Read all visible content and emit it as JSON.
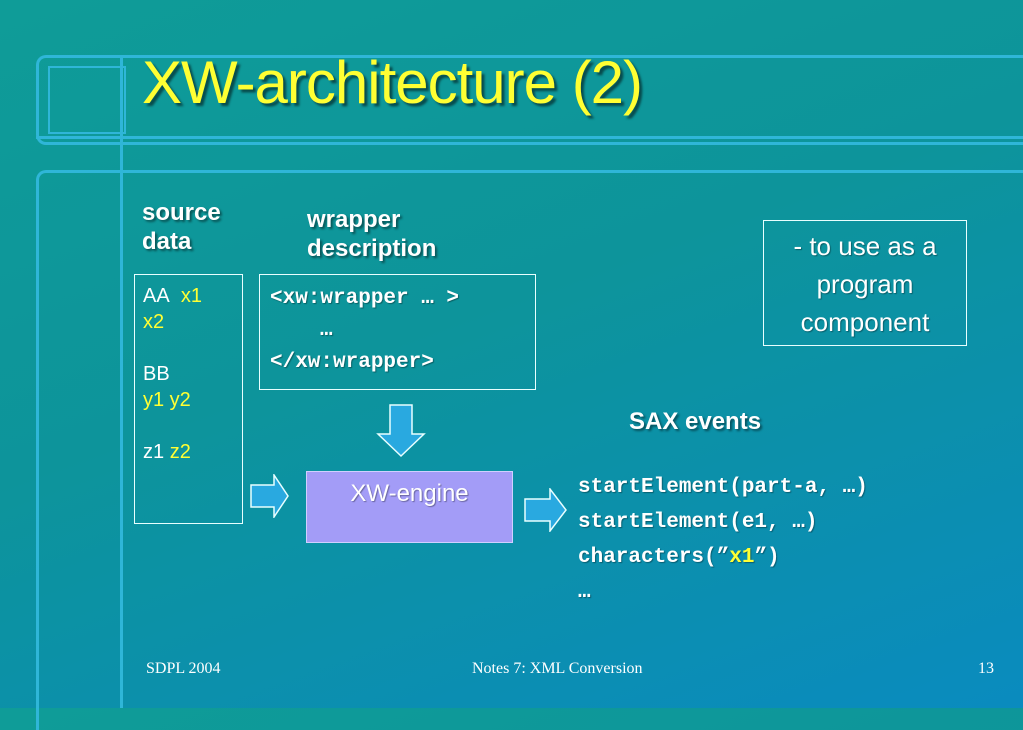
{
  "slide": {
    "title": "XW-architecture (2)"
  },
  "labels": {
    "source_line1": "source",
    "source_line2": "data",
    "wrapper_line1": "wrapper",
    "wrapper_line2": "description",
    "sax_events": "SAX events"
  },
  "source_data": {
    "aa": "AA",
    "x1": "x1",
    "x2": "x2",
    "bb": "BB",
    "y1y2": "y1 y2",
    "z1": "z1",
    "z2": "z2"
  },
  "wrapper": {
    "line1": "<xw:wrapper … >",
    "line2": "…",
    "line3": "</xw:wrapper>"
  },
  "note": {
    "line1": "- to use as a",
    "line2": "program",
    "line3": "component"
  },
  "engine": {
    "label": "XW-engine"
  },
  "events": {
    "line1": "startElement(part-a, …)",
    "line2": "startElement(e1, …)",
    "line3_prefix": "characters(”",
    "line3_value": "x1",
    "line3_suffix": "”)",
    "line4": "…"
  },
  "footer": {
    "left": "SDPL 2004",
    "center": "Notes 7: XML Conversion",
    "page": "13"
  },
  "colors": {
    "title": "#ffff33",
    "frame": "#2fb6d8",
    "engine_fill": "#a39cf7",
    "arrow_fill": "#29a9e0"
  }
}
